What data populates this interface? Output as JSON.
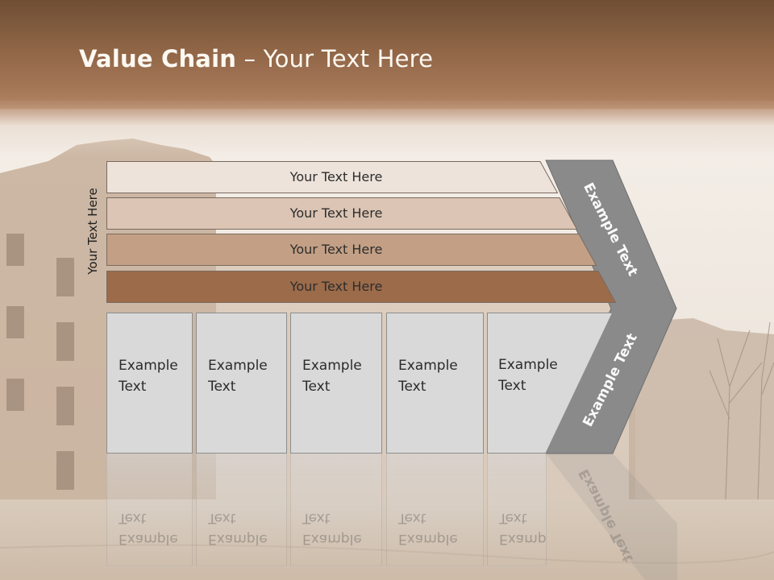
{
  "title": {
    "bold": "Value Chain",
    "rest": " – Your Text Here"
  },
  "side_label": "Your Text Here",
  "bars": [
    {
      "label": "Your Text Here",
      "color": "#ede3db"
    },
    {
      "label": "Your Text Here",
      "color": "#dcc5b4"
    },
    {
      "label": "Your Text Here",
      "color": "#c3a085"
    },
    {
      "label": "Your Text Here",
      "color": "#9c6b4a"
    }
  ],
  "boxes": [
    {
      "label": "Example Text"
    },
    {
      "label": "Example Text"
    },
    {
      "label": "Example Text"
    },
    {
      "label": "Example Text"
    },
    {
      "label": "Example Text"
    }
  ],
  "chevron": {
    "upper_label": "Example Text",
    "lower_label": "Example Text",
    "color": "#8a8a8a"
  }
}
